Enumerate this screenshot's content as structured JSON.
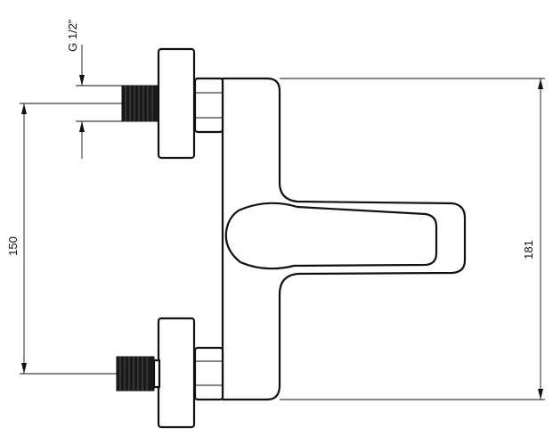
{
  "dimensions": {
    "thread_size": "G 1/2\"",
    "spacing": "150",
    "height": "181"
  }
}
